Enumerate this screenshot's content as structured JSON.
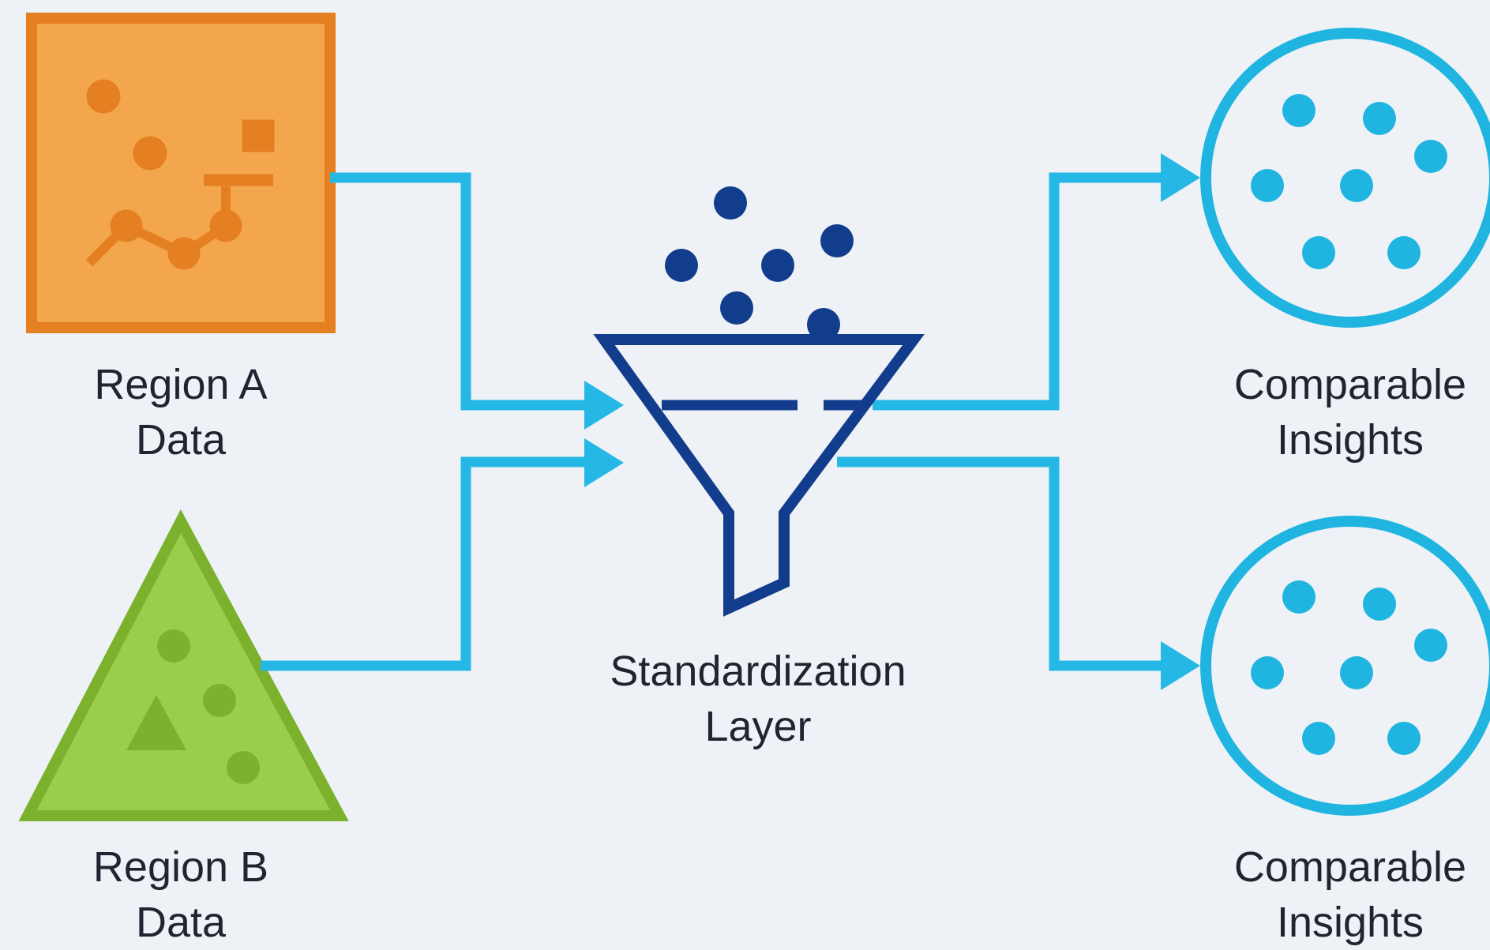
{
  "nodes": {
    "region_a": {
      "title_line1": "Region A",
      "title_line2": "Data",
      "color": "#f4a64c",
      "border_color": "#e47f22",
      "icon": "square-chart-icon"
    },
    "region_b": {
      "title_line1": "Region B",
      "title_line2": "Data",
      "color": "#9acd4c",
      "border_color": "#7bb12d",
      "icon": "triangle-chart-icon"
    },
    "standardization": {
      "title_line1": "Standardization",
      "title_line2": "Layer",
      "color": "#123c8c",
      "icon": "funnel-icon"
    },
    "insights_top": {
      "title_line1": "Comparable",
      "title_line2": "Insights",
      "color": "#20b5e0",
      "icon": "dotted-circle-icon"
    },
    "insights_bottom": {
      "title_line1": "Comparable",
      "title_line2": "Insights",
      "color": "#20b5e0",
      "icon": "dotted-circle-icon"
    }
  },
  "connector_color": "#25b7e5",
  "background": "#eef2f6"
}
